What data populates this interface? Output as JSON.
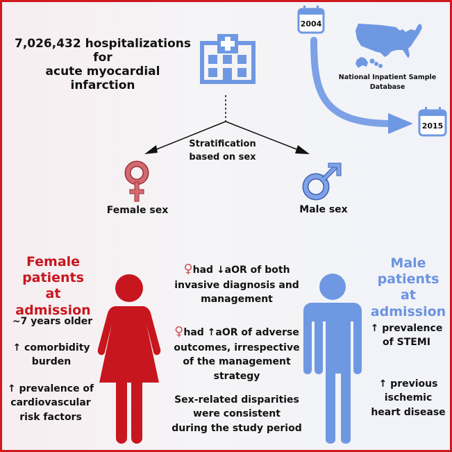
{
  "headline": {
    "line1": "7,026,432 hospitalizations",
    "line2": "for",
    "line3": "acute myocardial",
    "line4": "infarction"
  },
  "database": {
    "start_year": "2004",
    "end_year": "2015",
    "label_line1": "National Inpatient Sample",
    "label_line2": "Database"
  },
  "stratification": {
    "line1": "Stratification",
    "line2_prefix": "based on ",
    "line2_bold": "sex",
    "female_label": "Female sex",
    "male_label": "Male sex"
  },
  "female_panel": {
    "title_line1": "Female",
    "title_line2": "patients",
    "title_line3": "at admission",
    "items": [
      {
        "arrow": "",
        "line1": "~7 years older",
        "line2": ""
      },
      {
        "arrow": "↑",
        "line1": "comorbidity",
        "line2": "burden"
      },
      {
        "arrow": "↑",
        "line1": "prevalence of",
        "line2": "cardiovascular",
        "line3": "risk factors"
      }
    ]
  },
  "findings": {
    "item1": {
      "symbol": "♀",
      "prefix": "had ",
      "arrow": "↓",
      "line1_rest": "aOR of both",
      "line2": "invasive diagnosis and",
      "line3": "management"
    },
    "item2": {
      "symbol": "♀",
      "prefix": "had ",
      "arrow": "↑",
      "line1_rest": "aOR of adverse",
      "line2": "outcomes, irrespective",
      "line3": "of the management",
      "line4": "strategy"
    },
    "item3": {
      "line1": "Sex-related disparities",
      "line2": "were consistent",
      "line3": "during the study period"
    }
  },
  "male_panel": {
    "title_line1": "Male",
    "title_line2": "patients",
    "title_line3": "at admission",
    "items": [
      {
        "arrow": "↑",
        "line1": "prevalence",
        "line2": "of STEMI"
      },
      {
        "arrow": "↑",
        "line1": "previous",
        "line2": "ischemic",
        "line3": "heart disease"
      }
    ]
  },
  "colors": {
    "frame": "#d0181f",
    "female": "#c8161e",
    "female_symbol": "#c45058",
    "male": "#6b93e0",
    "icon_blue": "#6f98e3"
  }
}
